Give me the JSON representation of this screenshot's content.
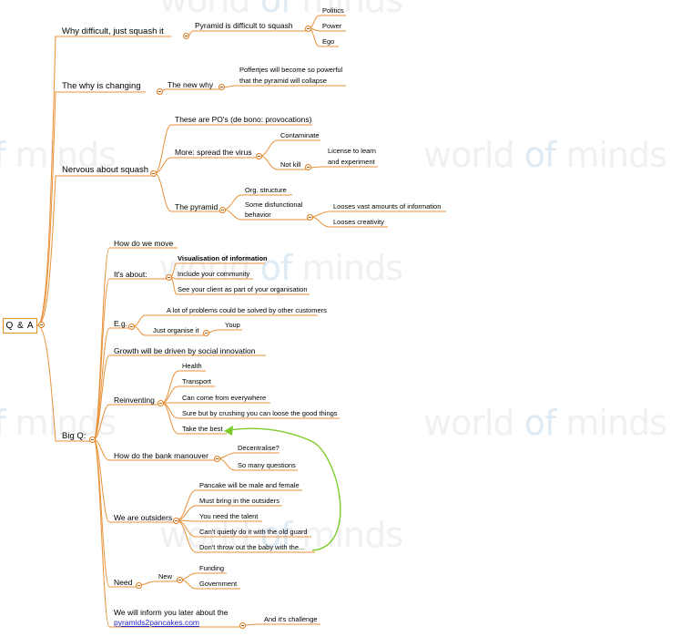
{
  "watermark": {
    "w1": "world ",
    "w2": "of",
    "w3": " minds"
  },
  "root": "Q & A",
  "b1": {
    "label": "Why difficult, just squash it",
    "sub": "Pyramid is difficult to squash",
    "items": [
      "Politics",
      "Power",
      "Ego"
    ]
  },
  "b2": {
    "label": "The why is changing",
    "sub": "The new why",
    "note1": "Poffertjes will become so powerful",
    "note2": "that the pyramid will collapse"
  },
  "b3": {
    "label": "Nervous about squash",
    "pos": "These are PO's (de bono: provocations)",
    "spread": "More: spread the virus",
    "contaminate": "Contaminate",
    "notkill": "Not kill",
    "license1": "License to learn",
    "license2": "and experiment",
    "pyramid": "The pyramid",
    "org": "Org. structure",
    "disf1": "Some disfunctional",
    "disf2": "behavior",
    "loose1": "Looses vast amounts of information",
    "loose2": "Looses creativity"
  },
  "b4": {
    "label": "Big Q:",
    "move": "How do we move",
    "about": "It's about:",
    "about_items": [
      "Visualisation of information",
      "Include your community",
      "See your client as part of your organisation"
    ],
    "eg": "E.g.",
    "eg_a": "A lot of problems could be solved by other customers",
    "eg_b": "Just organise it",
    "eg_c": "Youp",
    "growth": "Growth will be driven by social innovation",
    "reinv": "Reinventing",
    "reinv_items": [
      "Health",
      "Transport",
      "Can come from everywhere",
      "Sure but by crushing you can loose the good things",
      "Take the best"
    ],
    "bank": "How do the bank manouver",
    "bank_items": [
      "Decentralise?",
      "So many questions"
    ],
    "outs": "We are outsiders",
    "outs_items": [
      "Pancake will be male and female",
      "Must bring in the outsiders",
      "You need the talent",
      "Can't quietly do it with the old guard",
      "Don't throw out the baby with the..."
    ],
    "need": "Need",
    "new": "New",
    "new_items": [
      "Funding",
      "Government"
    ],
    "inform": "We will inform you later about the",
    "link": "pyramids2pancakes.com",
    "challenge": "And it's challenge"
  }
}
